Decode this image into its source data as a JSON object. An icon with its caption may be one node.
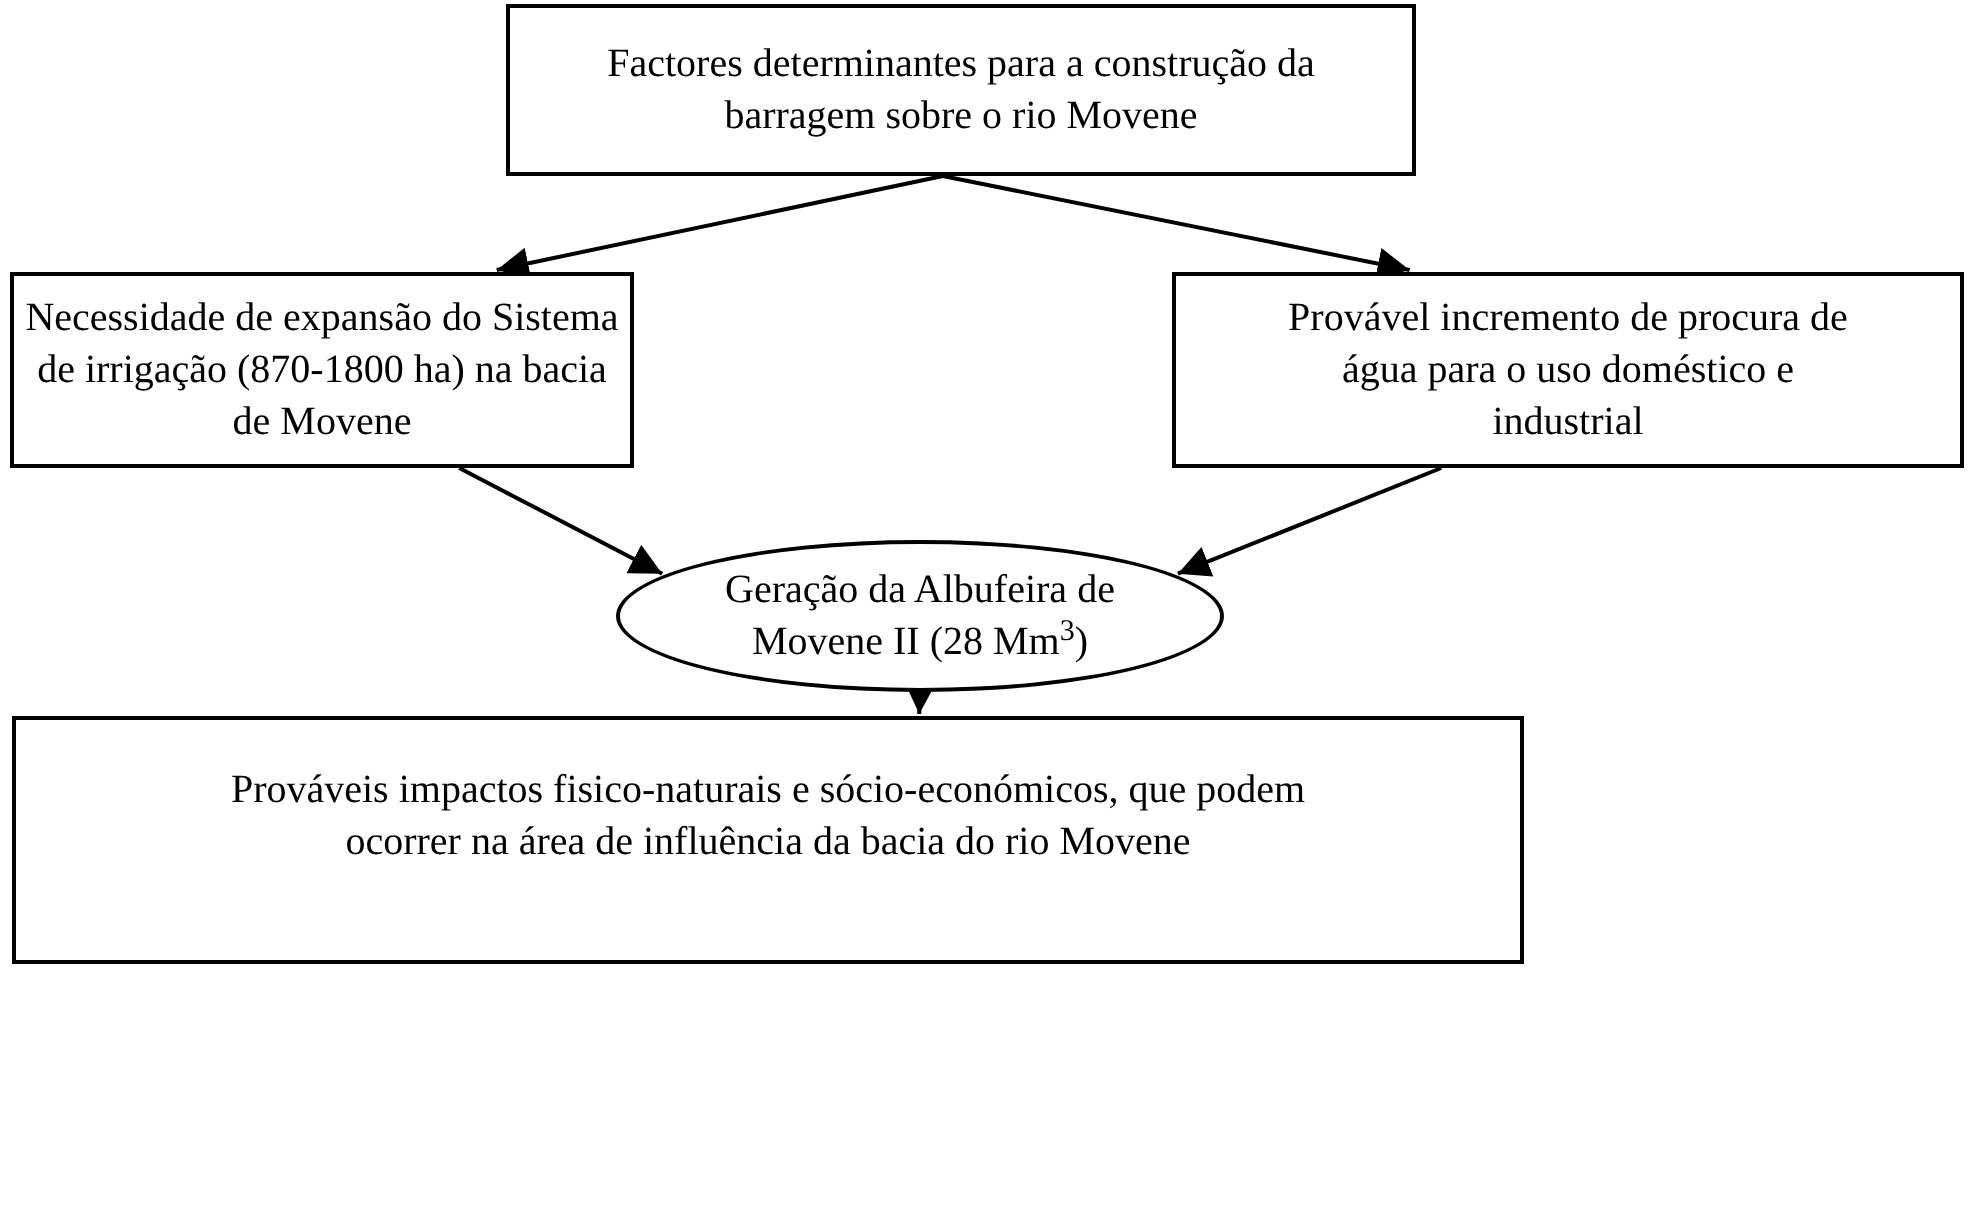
{
  "diagram": {
    "nodes": [
      {
        "text": [
          "Factores determinantes para a construção da barragem sobre o rio Movene"
        ]
      },
      {
        "text": [
          "Necessidade de expansão do Sistema de irrigação (870-1800 ha) na bacia de Movene"
        ]
      },
      {
        "text": [
          "Provável incremento de procura de água para o uso doméstico e industrial"
        ]
      },
      {
        "text": [
          "Geração da Albufeira de Movene II (28 Mm$^{3}$)"
        ]
      },
      {
        "text": [
          "Prováveis impactos fisico-naturais e sócio-económicos, que podem ocorrer na área de influência da bacia do rio Movene"
        ]
      }
    ],
    "edges": [
      {
        "from": 0,
        "to": 1,
        "arrow": "to"
      },
      {
        "from": 0,
        "to": 2,
        "arrow": "to"
      },
      {
        "from": 1,
        "to": 3,
        "arrow": "to"
      },
      {
        "from": 2,
        "to": 3,
        "arrow": "to"
      },
      {
        "from": 3,
        "to": 4,
        "arrow": "to"
      }
    ]
  }
}
